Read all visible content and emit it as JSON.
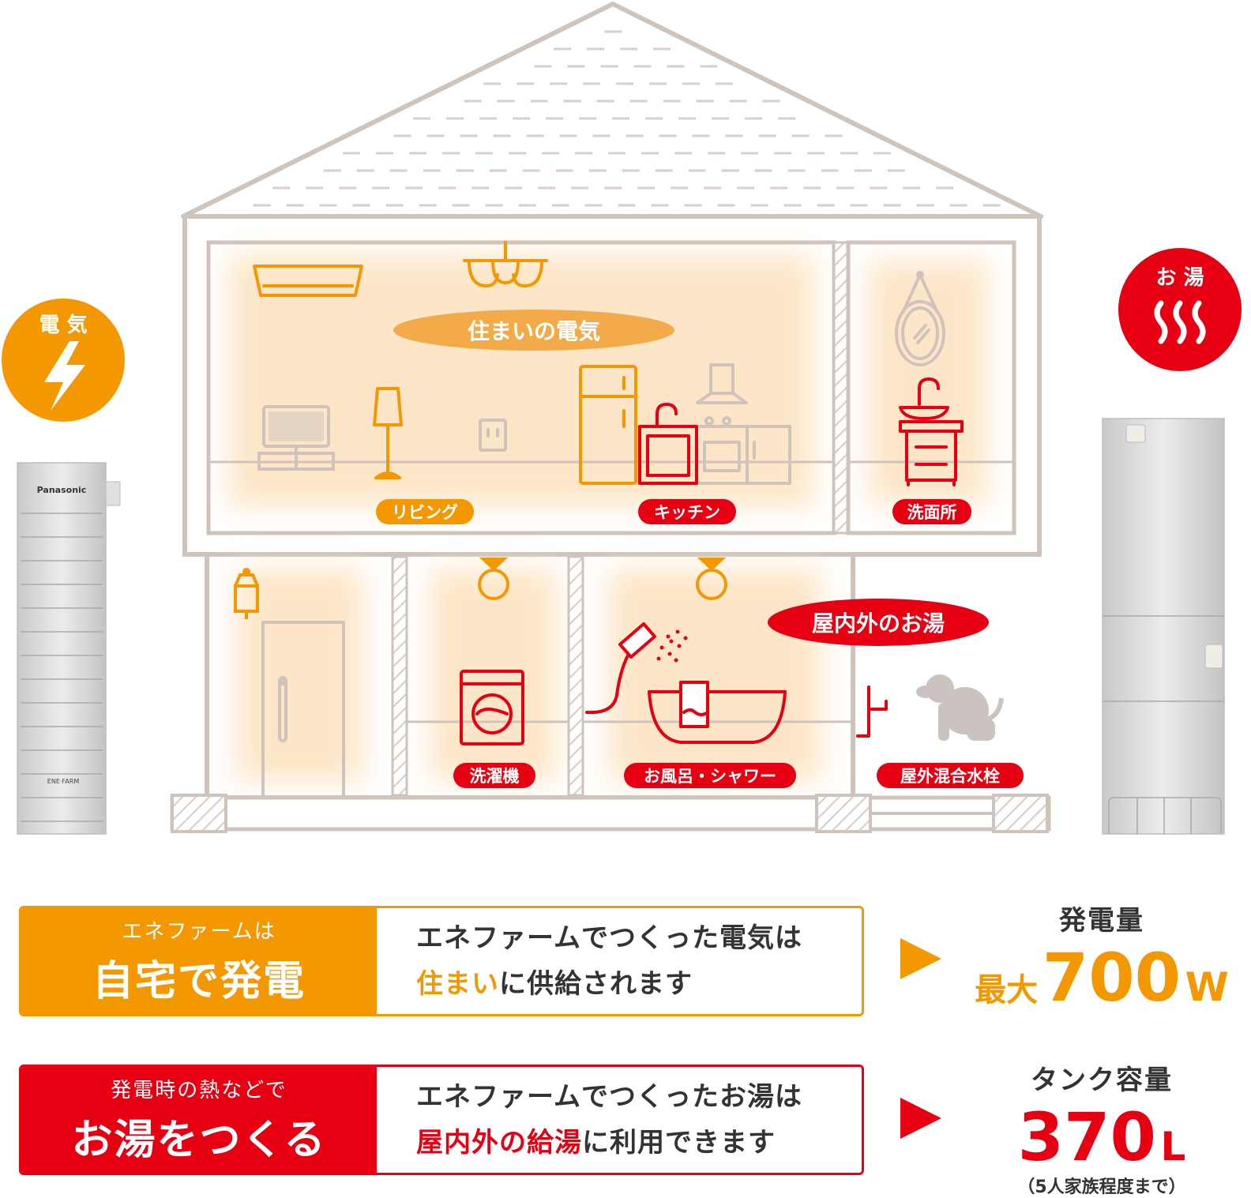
{
  "badges": {
    "electricity": "電 気",
    "hot_water": "お 湯"
  },
  "units": {
    "left_brand": "Panasonic",
    "left_logo": "ENE·FARM"
  },
  "house": {
    "bubble_electric": "住まいの電気",
    "bubble_hotwater": "屋内外のお湯",
    "rooms": {
      "living": "リビング",
      "kitchen": "キッチン",
      "washroom": "洗面所",
      "washer": "洗濯機",
      "bath": "お風呂・シャワー",
      "outdoor_faucet": "屋外混合水栓"
    }
  },
  "panels": [
    {
      "lead_small": "エネファームは",
      "lead_big": "自宅で発電",
      "desc_line1": "エネファームでつくった電気は",
      "desc_highlight": "住まい",
      "desc_rest": "に供給されます"
    },
    {
      "lead_small": "発電時の熱などで",
      "lead_big": "お湯をつくる",
      "desc_line1": "エネファームでつくったお湯は",
      "desc_highlight": "屋内外の給湯",
      "desc_rest": "に利用できます"
    }
  ],
  "stats": [
    {
      "label": "発電量",
      "prefix": "最大",
      "value": "700",
      "unit": "W"
    },
    {
      "label": "タンク容量",
      "value": "370",
      "unit": "L",
      "note": "（5人家族程度まで）"
    }
  ],
  "colors": {
    "orange": "#f39800",
    "red": "#e60012",
    "house_line": "#cfc3bc",
    "glow": "#fde6c8"
  }
}
